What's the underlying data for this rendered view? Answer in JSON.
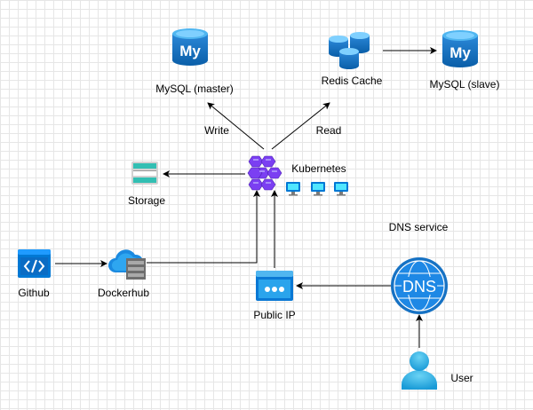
{
  "nodes": {
    "mysql_master": "MySQL (master)",
    "redis": "Redis Cache",
    "mysql_slave": "MySQL (slave)",
    "kubernetes": "Kubernetes",
    "storage": "Storage",
    "github": "Github",
    "dockerhub": "Dockerhub",
    "public_ip": "Public IP",
    "dns_label": "DNS service",
    "dns_icon_text": "DNS",
    "user": "User",
    "mysql_icon_text": "My"
  },
  "edges": {
    "write": "Write",
    "read": "Read"
  },
  "colors": {
    "azure_blue": "#0078d4",
    "light_blue": "#50e6ff",
    "purple": "#7b3ff2",
    "teal": "#32bfb3",
    "edge": "#000000"
  }
}
